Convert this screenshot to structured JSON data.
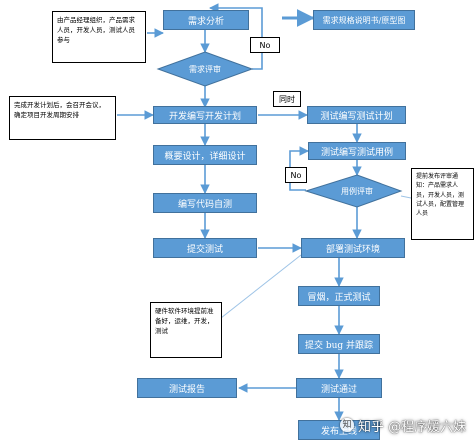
{
  "colors": {
    "node_fill": "#5b9bd5",
    "node_border": "#41719c",
    "arrow": "#5b9bd5",
    "connector": "#9dc3e6"
  },
  "nodes": {
    "requirement_analysis": "需求分析",
    "requirement_spec": "需求规格说明书/原型图",
    "requirement_review": "需求评审",
    "develop_plan": "开发编写开发计划",
    "test_plan": "测试编写测试计划",
    "outline_design": "概要设计，详细设计",
    "test_cases": "测试编写测试用例",
    "case_review": "用例评审",
    "coding": "编写代码自测",
    "submit_test": "提交测试",
    "deploy_env": "部署测试环境",
    "smoke_test": "冒烟，正式测试",
    "submit_bug": "提交 bug 并跟踪",
    "test_pass": "测试通过",
    "test_report": "测试报告",
    "release": "发布上线"
  },
  "tags": {
    "no_top": "No",
    "no_mid": "No",
    "simultaneous": "同时"
  },
  "notes": {
    "stakeholders": "由产品经理组织，产品需求人员，开发人员，测试人员参与",
    "kickoff": "完成开发计划后，会召开会议，确定项目开发周期安排",
    "notify": "提前发布评审通知：产品需求人员，开发人员，测试人员，配置管理人员",
    "env_prep": "硬件软件环境提前准备好，运维，开发，测试"
  },
  "watermark": {
    "icon": "zhihu-logo-icon",
    "text": "知乎 @程序媛六妹"
  }
}
